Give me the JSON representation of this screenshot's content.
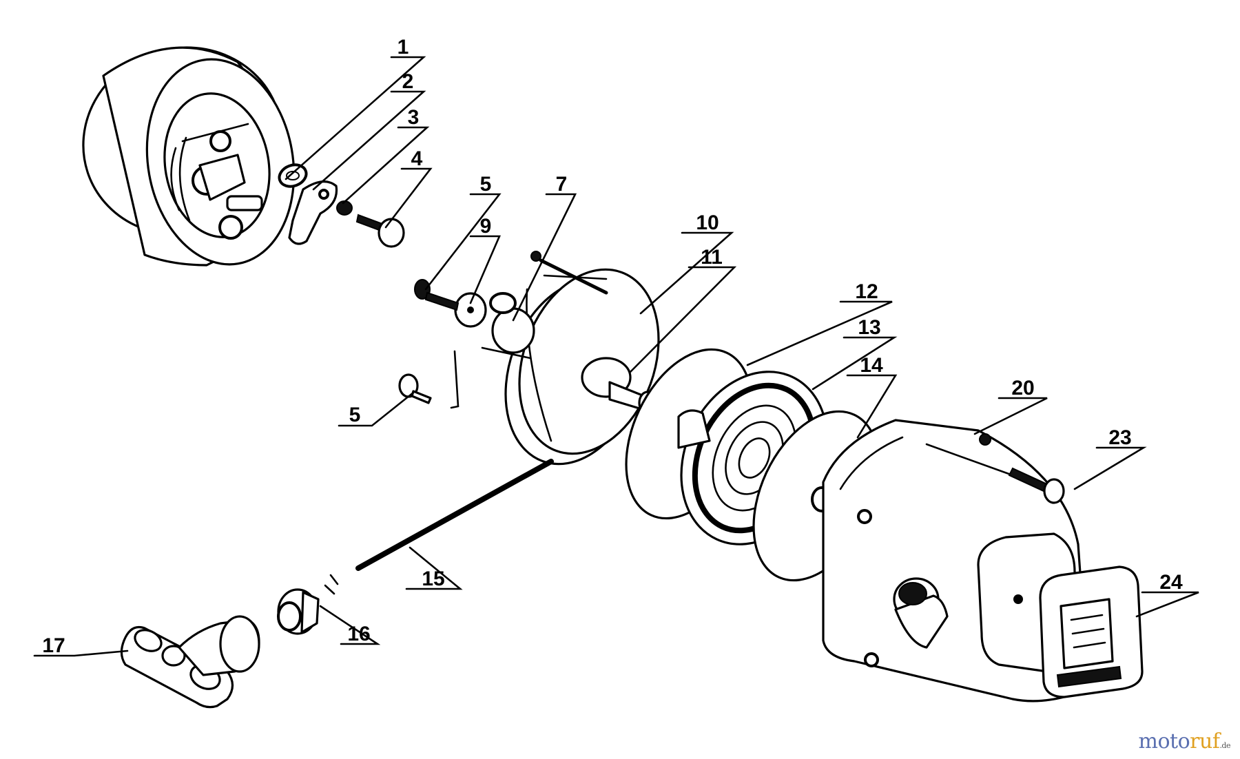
{
  "diagram": {
    "callouts": [
      {
        "id": "1",
        "label": "1"
      },
      {
        "id": "2",
        "label": "2"
      },
      {
        "id": "3",
        "label": "3"
      },
      {
        "id": "4",
        "label": "4"
      },
      {
        "id": "5a",
        "label": "5"
      },
      {
        "id": "7",
        "label": "7"
      },
      {
        "id": "9",
        "label": "9"
      },
      {
        "id": "10",
        "label": "10"
      },
      {
        "id": "11",
        "label": "11"
      },
      {
        "id": "12",
        "label": "12"
      },
      {
        "id": "13",
        "label": "13"
      },
      {
        "id": "14",
        "label": "14"
      },
      {
        "id": "15",
        "label": "15"
      },
      {
        "id": "16",
        "label": "16"
      },
      {
        "id": "17",
        "label": "17"
      },
      {
        "id": "20",
        "label": "20"
      },
      {
        "id": "23",
        "label": "23"
      },
      {
        "id": "24",
        "label": "24"
      },
      {
        "id": "5b",
        "label": "5"
      }
    ]
  },
  "watermark": {
    "part1": "moto",
    "part2": "ruf",
    "part3": ".de"
  }
}
